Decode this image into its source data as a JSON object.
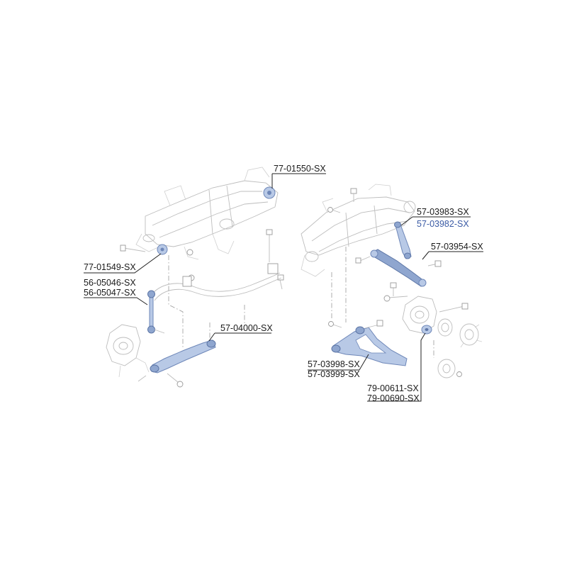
{
  "callouts": [
    {
      "id": "77-01550",
      "text": "77-01550-SX",
      "color": "#1a1a1a"
    },
    {
      "id": "77-01549",
      "text": "77-01549-SX",
      "color": "#1a1a1a"
    },
    {
      "id": "56-05046",
      "text": "56-05046-SX",
      "color": "#1a1a1a"
    },
    {
      "id": "56-05047",
      "text": "56-05047-SX",
      "color": "#1a1a1a"
    },
    {
      "id": "57-04000",
      "text": "57-04000-SX",
      "color": "#1a1a1a"
    },
    {
      "id": "57-03983",
      "text": "57-03983-SX",
      "color": "#1a1a1a"
    },
    {
      "id": "57-03982",
      "text": "57-03982-SX",
      "color": "#3b5ba5"
    },
    {
      "id": "57-03954",
      "text": "57-03954-SX",
      "color": "#1a1a1a"
    },
    {
      "id": "57-03998",
      "text": "57-03998-SX",
      "color": "#1a1a1a"
    },
    {
      "id": "57-03999",
      "text": "57-03999-SX",
      "color": "#1a1a1a"
    },
    {
      "id": "79-00611",
      "text": "79-00611-SX",
      "color": "#1a1a1a"
    },
    {
      "id": "79-00690",
      "text": "79-00690-SX",
      "color": "#1a1a1a"
    }
  ],
  "colors": {
    "highlight_part": "#b8c9e6",
    "line_art": "#bdbdbd",
    "leader": "#222222"
  }
}
